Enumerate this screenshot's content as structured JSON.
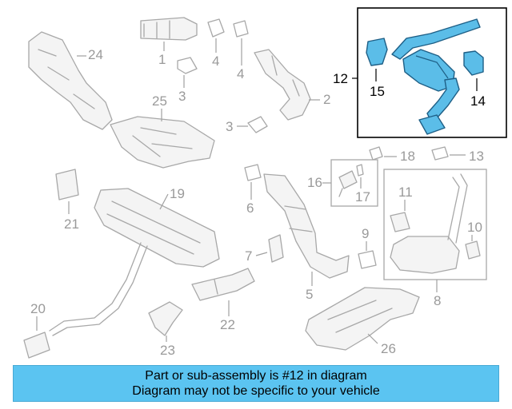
{
  "callouts": {
    "n1": "1",
    "n2": "2",
    "n3a": "3",
    "n3b": "3",
    "n4a": "4",
    "n4b": "4",
    "n5": "5",
    "n6": "6",
    "n7": "7",
    "n8": "8",
    "n9": "9",
    "n10": "10",
    "n11": "11",
    "n12": "12",
    "n13": "13",
    "n14": "14",
    "n15": "15",
    "n16": "16",
    "n17": "17",
    "n18": "18",
    "n19": "19",
    "n20": "20",
    "n21": "21",
    "n22": "22",
    "n23": "23",
    "n24": "24",
    "n25": "25",
    "n26": "26"
  },
  "highlight": {
    "part": "12",
    "color": "#5bbde8"
  },
  "banner": {
    "line1": "Part or sub-assembly is #12 in diagram",
    "line2": "Diagram may not be specific to your vehicle",
    "color": "#5bc4f1"
  }
}
